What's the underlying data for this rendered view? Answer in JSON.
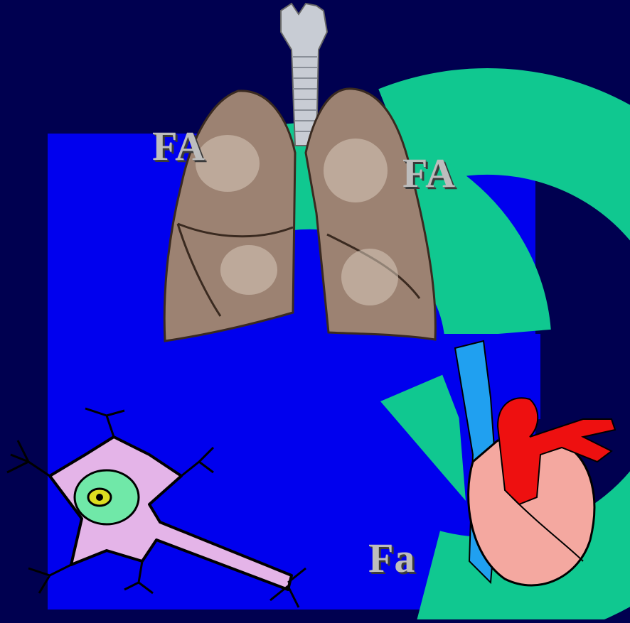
{
  "labels": {
    "left": "FA",
    "right": "FA",
    "bottom": "Fa"
  },
  "colors": {
    "background": "#000050",
    "panel": "#0000ee",
    "cycle_arrow": "#10c890",
    "lung": "#9c8272",
    "trachea": "#c8ccd4",
    "neuron_body": "#e4b4e8",
    "nucleus": "#70e8a8",
    "heart_red": "#ee1010",
    "heart_blue": "#20a0f0",
    "heart_pink": "#f4a8a0"
  },
  "icons": [
    "lungs-icon",
    "heart-icon",
    "neuron-icon",
    "cycle-arrow-icon"
  ]
}
